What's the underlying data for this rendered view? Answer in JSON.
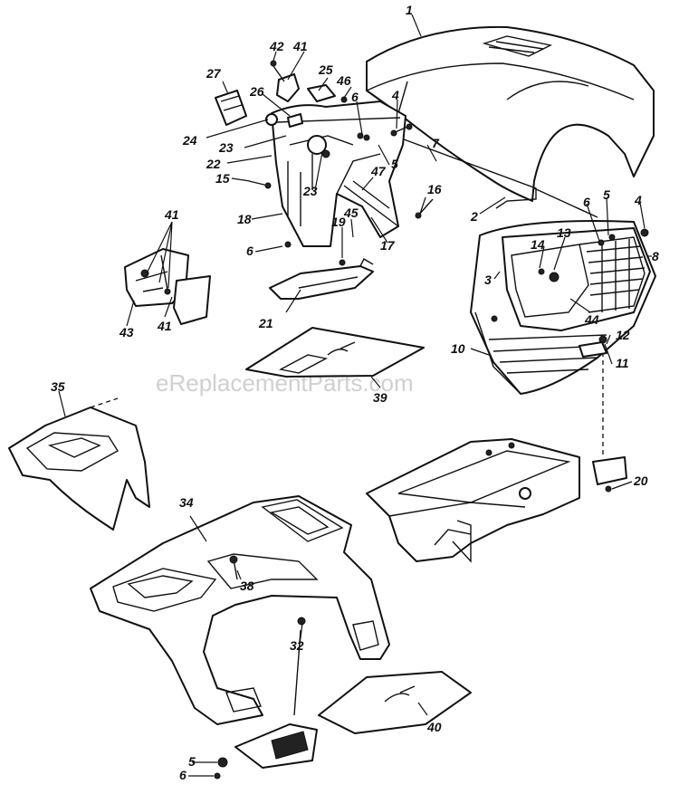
{
  "watermark": "eReplacementParts.com",
  "colors": {
    "ink": "#111111",
    "paper": "#ffffff",
    "watermark": "#d0d0d0"
  },
  "callouts": [
    "1",
    "2",
    "3",
    "4",
    "4",
    "5",
    "5",
    "5",
    "6",
    "6",
    "6",
    "6",
    "7",
    "8",
    "10",
    "11",
    "12",
    "13",
    "14",
    "15",
    "16",
    "17",
    "18",
    "19",
    "20",
    "21",
    "22",
    "23",
    "23",
    "24",
    "25",
    "26",
    "27",
    "32",
    "34",
    "35",
    "38",
    "39",
    "40",
    "41",
    "41",
    "41",
    "42",
    "43",
    "44",
    "45",
    "46",
    "47"
  ]
}
